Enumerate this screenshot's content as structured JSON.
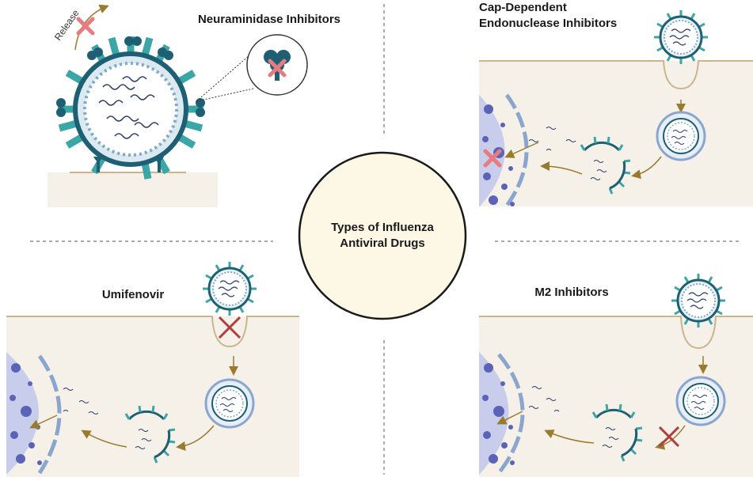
{
  "center": {
    "line1": "Types of Influenza",
    "line2": "Antiviral Drugs"
  },
  "panels": {
    "neuraminidase": {
      "title": "Neuraminidase Inhibitors",
      "release_label": "Release"
    },
    "cap_dependent": {
      "title_line1": "Cap-Dependent",
      "title_line2": "Endonuclease Inhibitors"
    },
    "umifenovir": {
      "title": "Umifenovir"
    },
    "m2": {
      "title": "M2 Inhibitors"
    }
  },
  "colors": {
    "cell": "#f5f1e8",
    "membrane": "#c9b48c",
    "virus_teal": "#3aa6a6",
    "virus_dark": "#1e5f74",
    "nucleus": "#c7cdea",
    "nucleus_dots": "#5a63b8",
    "block_x_pink": "#e77b80",
    "block_x_red": "#b23b3b",
    "arrow": "#9a7b2e",
    "center_fill": "#fdf7e6"
  },
  "icons": [
    "virus-icon",
    "neuraminidase-icon",
    "block-x-icon",
    "nucleus-icon",
    "endosome-icon",
    "rna-fragment-icon"
  ]
}
